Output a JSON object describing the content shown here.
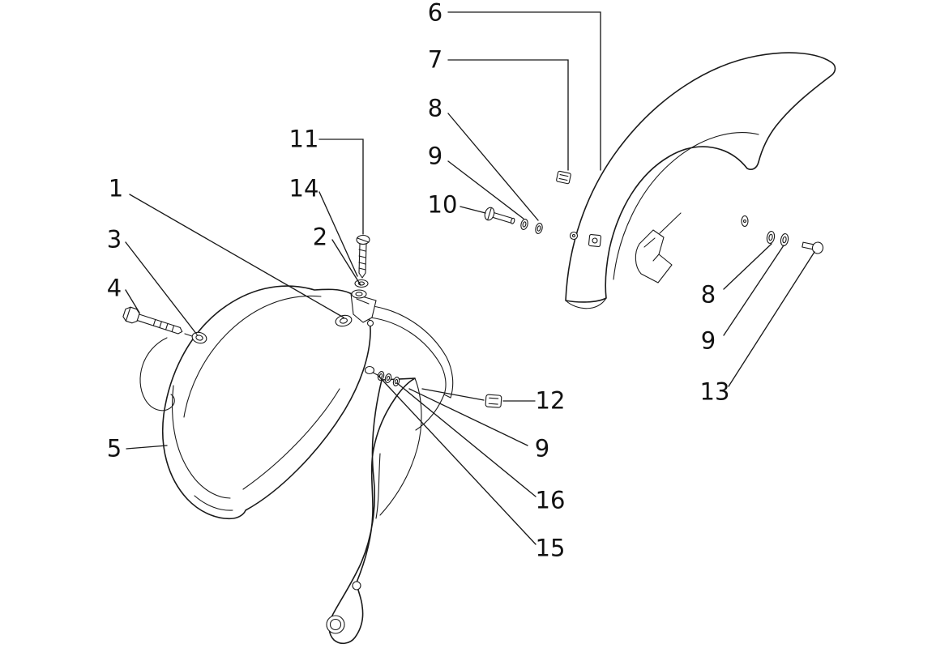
{
  "diagram": {
    "type": "exploded-parts-diagram",
    "background": "#ffffff",
    "line_color": "#1a1a1a",
    "label_color": "#111111"
  },
  "callouts": [
    {
      "label": "1"
    },
    {
      "label": "2"
    },
    {
      "label": "3"
    },
    {
      "label": "4"
    },
    {
      "label": "5"
    },
    {
      "label": "6"
    },
    {
      "label": "7"
    },
    {
      "label": "8"
    },
    {
      "label": "9"
    },
    {
      "label": "10"
    },
    {
      "label": "11"
    },
    {
      "label": "12"
    },
    {
      "label": "13"
    },
    {
      "label": "14"
    },
    {
      "label": "15"
    },
    {
      "label": "16"
    },
    {
      "label": "8"
    },
    {
      "label": "9"
    },
    {
      "label": "9"
    }
  ]
}
